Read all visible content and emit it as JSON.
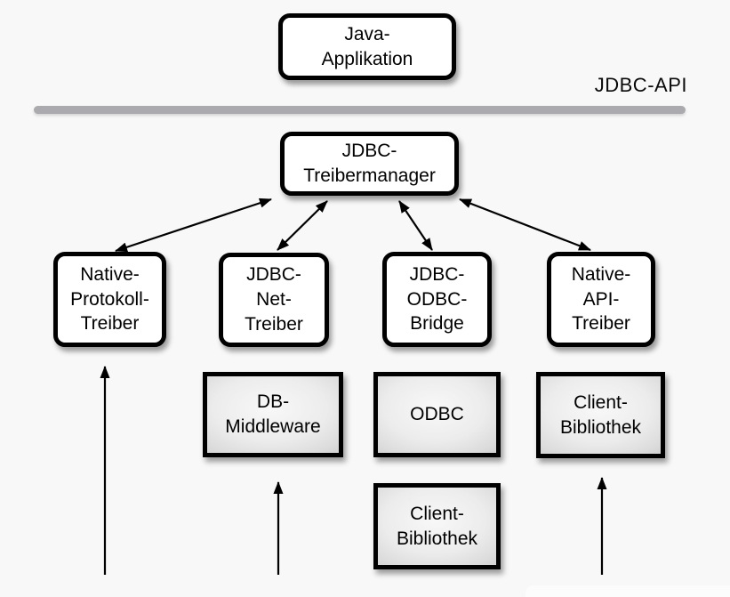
{
  "api_layer": {
    "label": "JDBC-API"
  },
  "nodes": {
    "java_applikation": "Java-\nApplikation",
    "jdbc_treibermanager": "JDBC-\nTreibermanager",
    "native_protokoll_treiber": "Native-\nProtokoll-\nTreiber",
    "jdbc_net_treiber": "JDBC-\nNet-\nTreiber",
    "jdbc_odbc_bridge": "JDBC-\nODBC-\nBridge",
    "native_api_treiber": "Native-\nAPI-\nTreiber",
    "db_middleware": "DB-\nMiddleware",
    "odbc": "ODBC",
    "client_bibliothek_rechts": "Client-\nBibliothek",
    "client_bibliothek_unten": "Client-\nBibliothek"
  },
  "icons": {
    "bidirectional_arrow": "double-headed-arrow",
    "upward_arrow": "up-arrow"
  },
  "colors": {
    "background": "#f8f8f8",
    "box_fill": "#ffffff",
    "box_border": "#000000",
    "gray_box_center": "#f8f8f8",
    "gray_box_edge": "#c2c2c2",
    "divider_line": "#ababaf",
    "arrow": "#000000",
    "text": "#000000"
  }
}
